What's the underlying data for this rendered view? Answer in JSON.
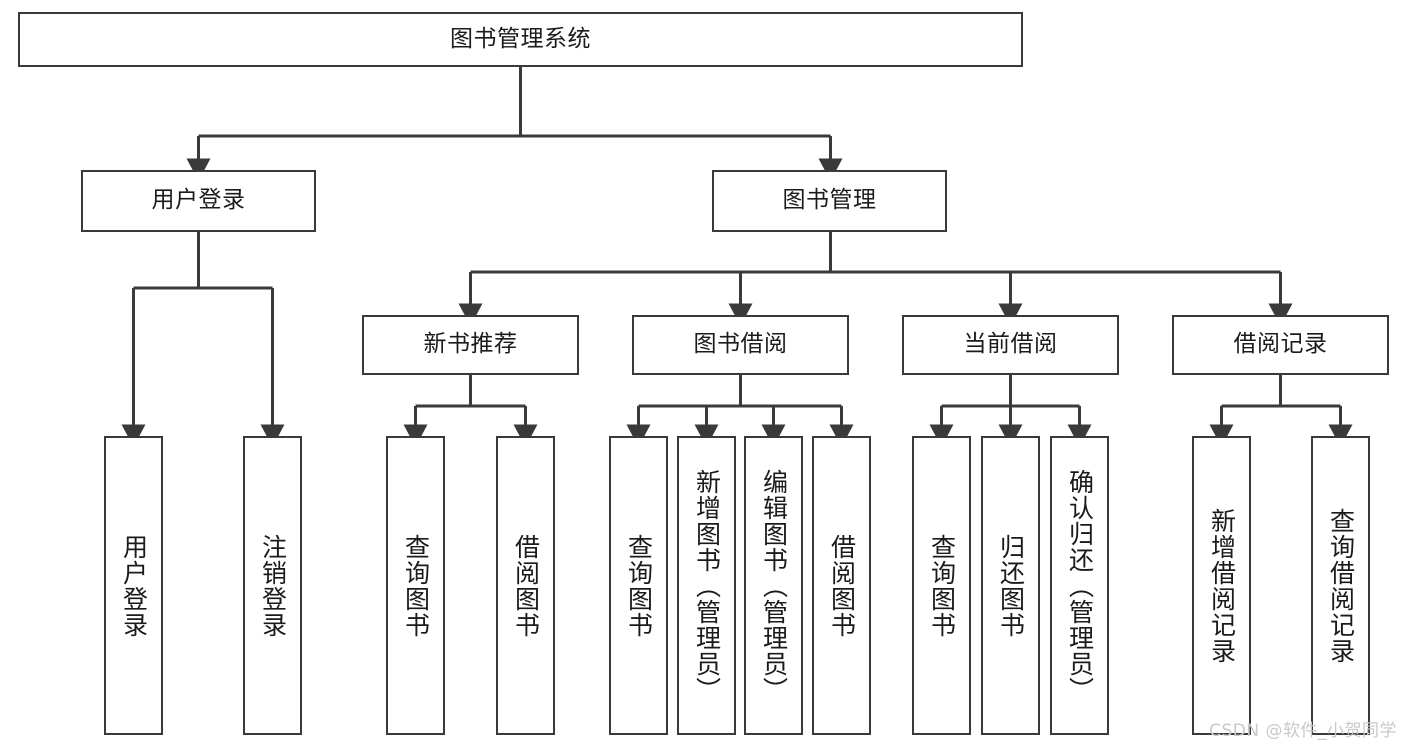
{
  "diagram": {
    "title": "图书管理系统",
    "type": "tree-hierarchy-diagram",
    "colors": {
      "stroke": "#3a3a3a",
      "fill": "#ffffff",
      "text": "#1b1b1b",
      "watermark": "#c9c9c9"
    },
    "nodes": {
      "root": {
        "label": "图书管理系统"
      },
      "level2": [
        {
          "id": "user-login",
          "label": "用户登录"
        },
        {
          "id": "book-management",
          "label": "图书管理"
        }
      ],
      "level3": [
        {
          "id": "new-book-recommend",
          "label": "新书推荐"
        },
        {
          "id": "book-borrow",
          "label": "图书借阅"
        },
        {
          "id": "current-borrow",
          "label": "当前借阅"
        },
        {
          "id": "borrow-record",
          "label": "借阅记录"
        }
      ],
      "leaves": {
        "user-login": [
          {
            "id": "leaf-user-login",
            "label": "用户登录"
          },
          {
            "id": "leaf-user-logout",
            "label": "注销登录"
          }
        ],
        "new-book-recommend": [
          {
            "id": "leaf-query-book-1",
            "label": "查询图书"
          },
          {
            "id": "leaf-borrow-book-1",
            "label": "借阅图书"
          }
        ],
        "book-borrow": [
          {
            "id": "leaf-query-book-2",
            "label": "查询图书"
          },
          {
            "id": "leaf-add-book",
            "label": "新增图书（管理员）"
          },
          {
            "id": "leaf-edit-book",
            "label": "编辑图书（管理员）"
          },
          {
            "id": "leaf-borrow-book-2",
            "label": "借阅图书"
          }
        ],
        "current-borrow": [
          {
            "id": "leaf-query-book-3",
            "label": "查询图书"
          },
          {
            "id": "leaf-return-book",
            "label": "归还图书"
          },
          {
            "id": "leaf-confirm-return",
            "label": "确认归还（管理员）"
          }
        ],
        "borrow-record": [
          {
            "id": "leaf-add-record",
            "label": "新增借阅记录"
          },
          {
            "id": "leaf-query-record",
            "label": "查询借阅记录"
          }
        ]
      }
    },
    "watermark": "CSDN @软件_小贺同学"
  }
}
